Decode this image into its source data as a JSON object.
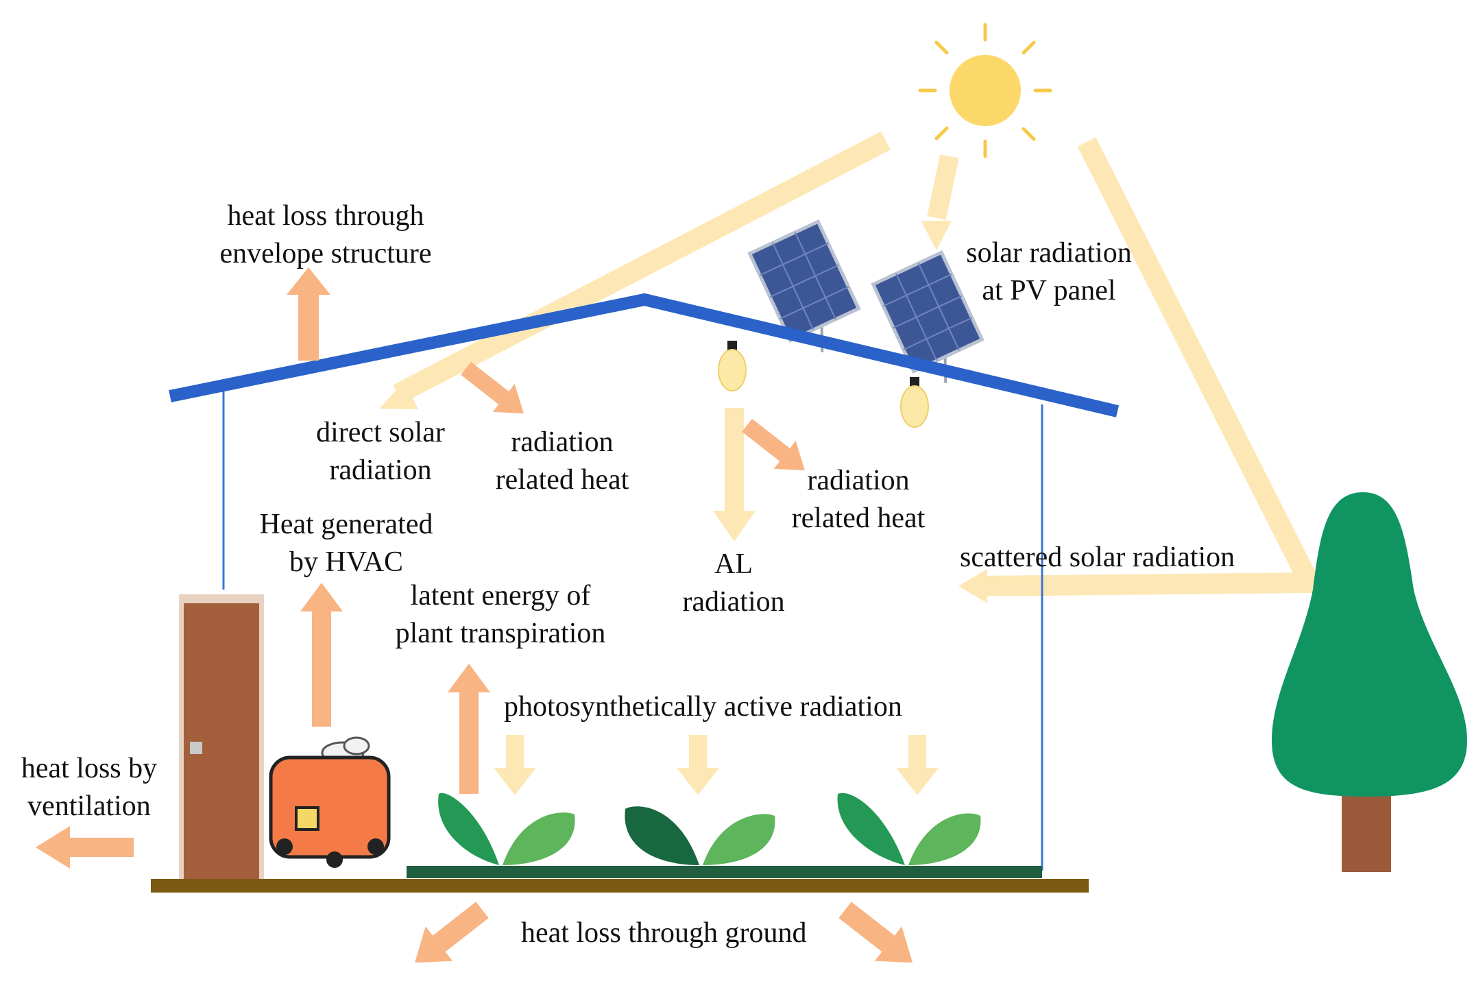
{
  "colors": {
    "roof": "#2a62c9",
    "wall": "#3b74d6",
    "ground": "#7a5a10",
    "plant_bed": "#1f5e3e",
    "heat_arrow": "#f8b483",
    "light_arrow": "#fde8b5",
    "sun_core": "#fcd86a",
    "sun_ray": "#f7c948",
    "door": "#a35f3c",
    "door_frame": "#e8d3c3",
    "hvac_body": "#f47b48",
    "hvac_window": "#f5d766",
    "leaf_light": "#5eb55c",
    "leaf_mid": "#249955",
    "leaf_dark": "#17673f",
    "tree_crown": "#0f9462",
    "tree_trunk": "#9b5b3b",
    "panel_cell": "#3d5796"
  },
  "icons": [
    "sun-icon",
    "solar-panel-icon",
    "light-bulb-icon",
    "hvac-unit-icon",
    "door-icon",
    "plant-icon",
    "tree-icon"
  ],
  "labels": {
    "envelope": [
      "heat loss through",
      "envelope structure"
    ],
    "pv": [
      "solar radiation",
      "at PV panel"
    ],
    "direct_solar": [
      "direct solar",
      "radiation"
    ],
    "rad_heat_left": [
      "radiation",
      "related heat"
    ],
    "rad_heat_right": [
      "radiation",
      "related heat"
    ],
    "hvac": [
      "Heat generated",
      "by HVAC"
    ],
    "al": [
      "AL",
      "radiation"
    ],
    "scattered": "scattered solar radiation",
    "latent": [
      "latent energy of",
      "plant transpiration"
    ],
    "par": "photosynthetically active radiation",
    "ventilation": [
      "heat loss by",
      "ventilation"
    ],
    "ground": "heat loss through ground"
  }
}
